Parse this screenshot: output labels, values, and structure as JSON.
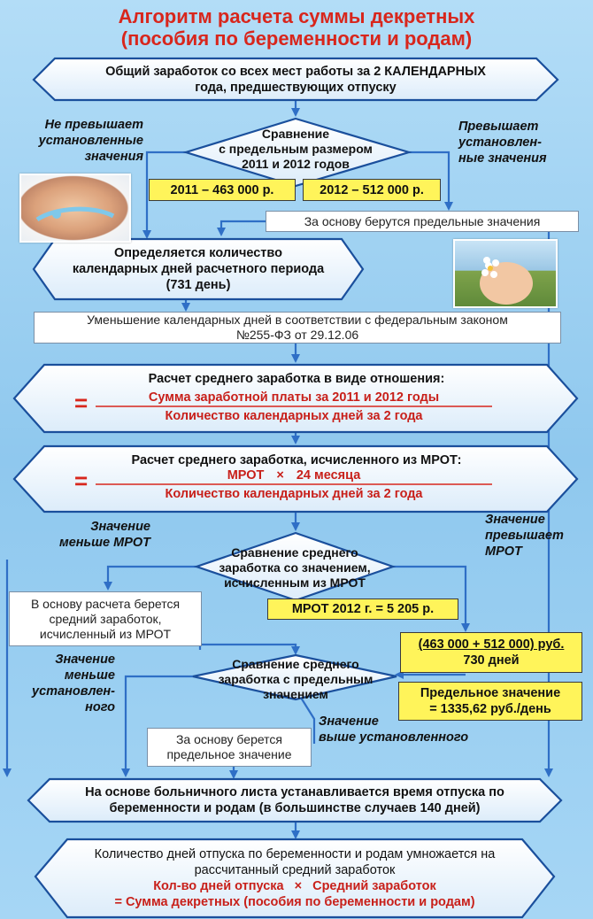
{
  "title": {
    "line1": "Алгоритм расчета суммы декретных",
    "line2": "(пособия по беременности и родам)"
  },
  "nodes": {
    "total_income": {
      "line1": "Общий заработок со всех мест работы за 2 КАЛЕНДАРНЫХ",
      "line2": "года, предшествующих отпуску"
    },
    "compare_limit": {
      "line1": "Сравнение",
      "line2": "с предельным размером",
      "line3": "2011 и 2012 годов"
    },
    "limit_2011": "2011 – 463 000 р.",
    "limit_2012": "2012 – 512 000 р.",
    "take_limits": "За основу берутся предельные значения",
    "calendar_days": {
      "line1": "Определяется количество",
      "line2": "календарных дней расчетного периода",
      "line3": "(731 день)"
    },
    "reduce_days": {
      "line1": "Уменьшение календарных дней в соответствии с федеральным законом",
      "line2": "№255-ФЗ от 29.12.06"
    },
    "avg_calc": {
      "title": "Расчет среднего заработка в виде отношения:",
      "numerator": "Сумма заработной платы за 2011 и 2012 годы",
      "denominator": "Количество календарных дней за 2 года",
      "eq_sign": "="
    },
    "mrot_calc": {
      "title": "Расчет среднего заработка, исчисленного из МРОТ:",
      "num_left": "МРОТ",
      "times": "×",
      "num_right": "24 месяца",
      "denominator": "Количество календарных дней за 2 года",
      "eq_sign": "="
    },
    "compare_mrot": {
      "line1": "Сравнение среднего",
      "line2": "заработка со значением,",
      "line3": "исчисленным из МРОТ"
    },
    "mrot_2012": "МРОТ 2012 г. = 5 205 р.",
    "base_mrot": {
      "line1": "В основу расчета берется",
      "line2": "средний заработок,",
      "line3": "исчисленный из МРОТ"
    },
    "limit_formula": {
      "numerator": "(463 000 + 512 000) руб.",
      "denominator": "730 дней"
    },
    "compare_cap": {
      "line1": "Сравнение среднего",
      "line2": "заработка с предельным",
      "line3": "значением"
    },
    "cap_value": {
      "line1": "Предельное значение",
      "line2": "= 1335,62 руб./день"
    },
    "take_cap": {
      "line1": "За основу берется",
      "line2": "предельное значение"
    },
    "sick_leave": {
      "line1": "На основе больничного листа устанавливается время отпуска по",
      "line2": "беременности и родам (в большинстве случаев 140 дней)"
    },
    "final": {
      "line1": "Количество дней отпуска по беременности и родам умножается на",
      "line2": "рассчитанный средний заработок",
      "line3_left": "Кол-во дней отпуска",
      "times": "×",
      "line3_right": "Средний заработок",
      "line4": "= Сумма декретных (пособия по беременности и родам)"
    }
  },
  "labels": {
    "not_exceed": {
      "line1": "Не превышает",
      "line2": "установленные",
      "line3": "значения"
    },
    "exceeds": {
      "line1": "Превышает",
      "line2": "установлен-",
      "line3": "ные значения"
    },
    "less_mrot": {
      "line1": "Значение",
      "line2": "меньше МРОТ"
    },
    "more_mrot": {
      "line1": "Значение",
      "line2": "превышает",
      "line3": "МРОТ"
    },
    "less_cap": {
      "line1": "Значение",
      "line2": "меньше",
      "line3": "установлен-",
      "line4": "ного"
    },
    "more_cap": {
      "line1": "Значение",
      "line2": "выше установленного"
    }
  },
  "colors": {
    "background": "#9fd0f0",
    "hexagon_fill": "#e9f4fd",
    "hexagon_stroke": "#1a4f9c",
    "connector": "#2f6fc6",
    "title_red": "#d8261c",
    "highlight_yellow": "#fff45a"
  },
  "icons": [
    "pregnant-belly-photo-icon",
    "pregnant-flower-photo-icon",
    "times-icon"
  ]
}
